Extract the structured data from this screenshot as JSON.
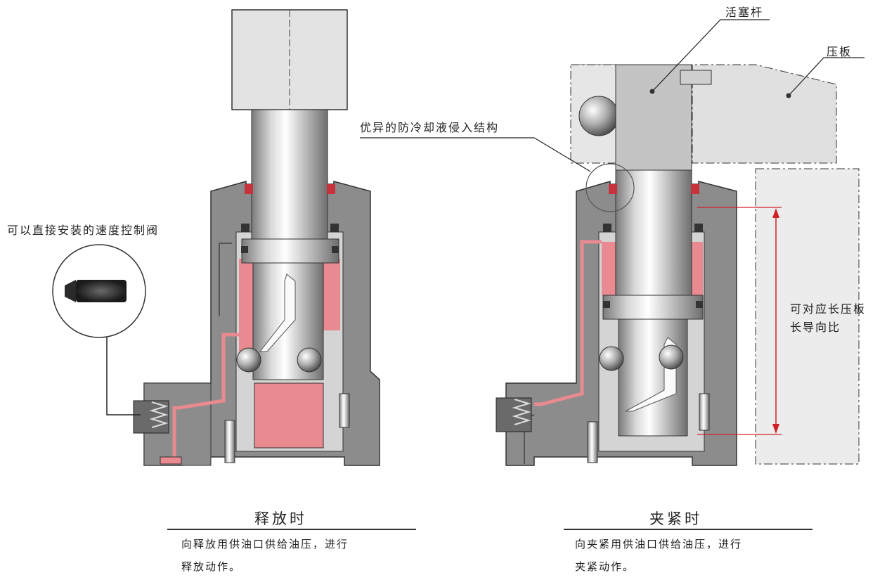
{
  "labels": {
    "piston_rod": "活塞杆",
    "clamp_plate": "压板",
    "coolant_structure": "优异的防冷却液侵入结构",
    "speed_valve": "可以直接安装的速度控制阀",
    "long_plate_line1": "可对应长压板",
    "long_plate_line2": "长导向比"
  },
  "left_panel": {
    "title": "释放时",
    "desc_line1": "向释放用供油口供给油压，进行",
    "desc_line2": "释放动作。"
  },
  "right_panel": {
    "title": "夹紧时",
    "desc_line1": "向夹紧用供油口供给油压，进行",
    "desc_line2": "夹紧动作。"
  },
  "colors": {
    "body_gray": "#8c8c8c",
    "dark_gray": "#5a5a5a",
    "oil_red": "#e88a90",
    "seal_red": "#c8323c",
    "plate_gray": "#e0e0e0",
    "leader": "#222222",
    "dim_red": "#d0202a"
  }
}
